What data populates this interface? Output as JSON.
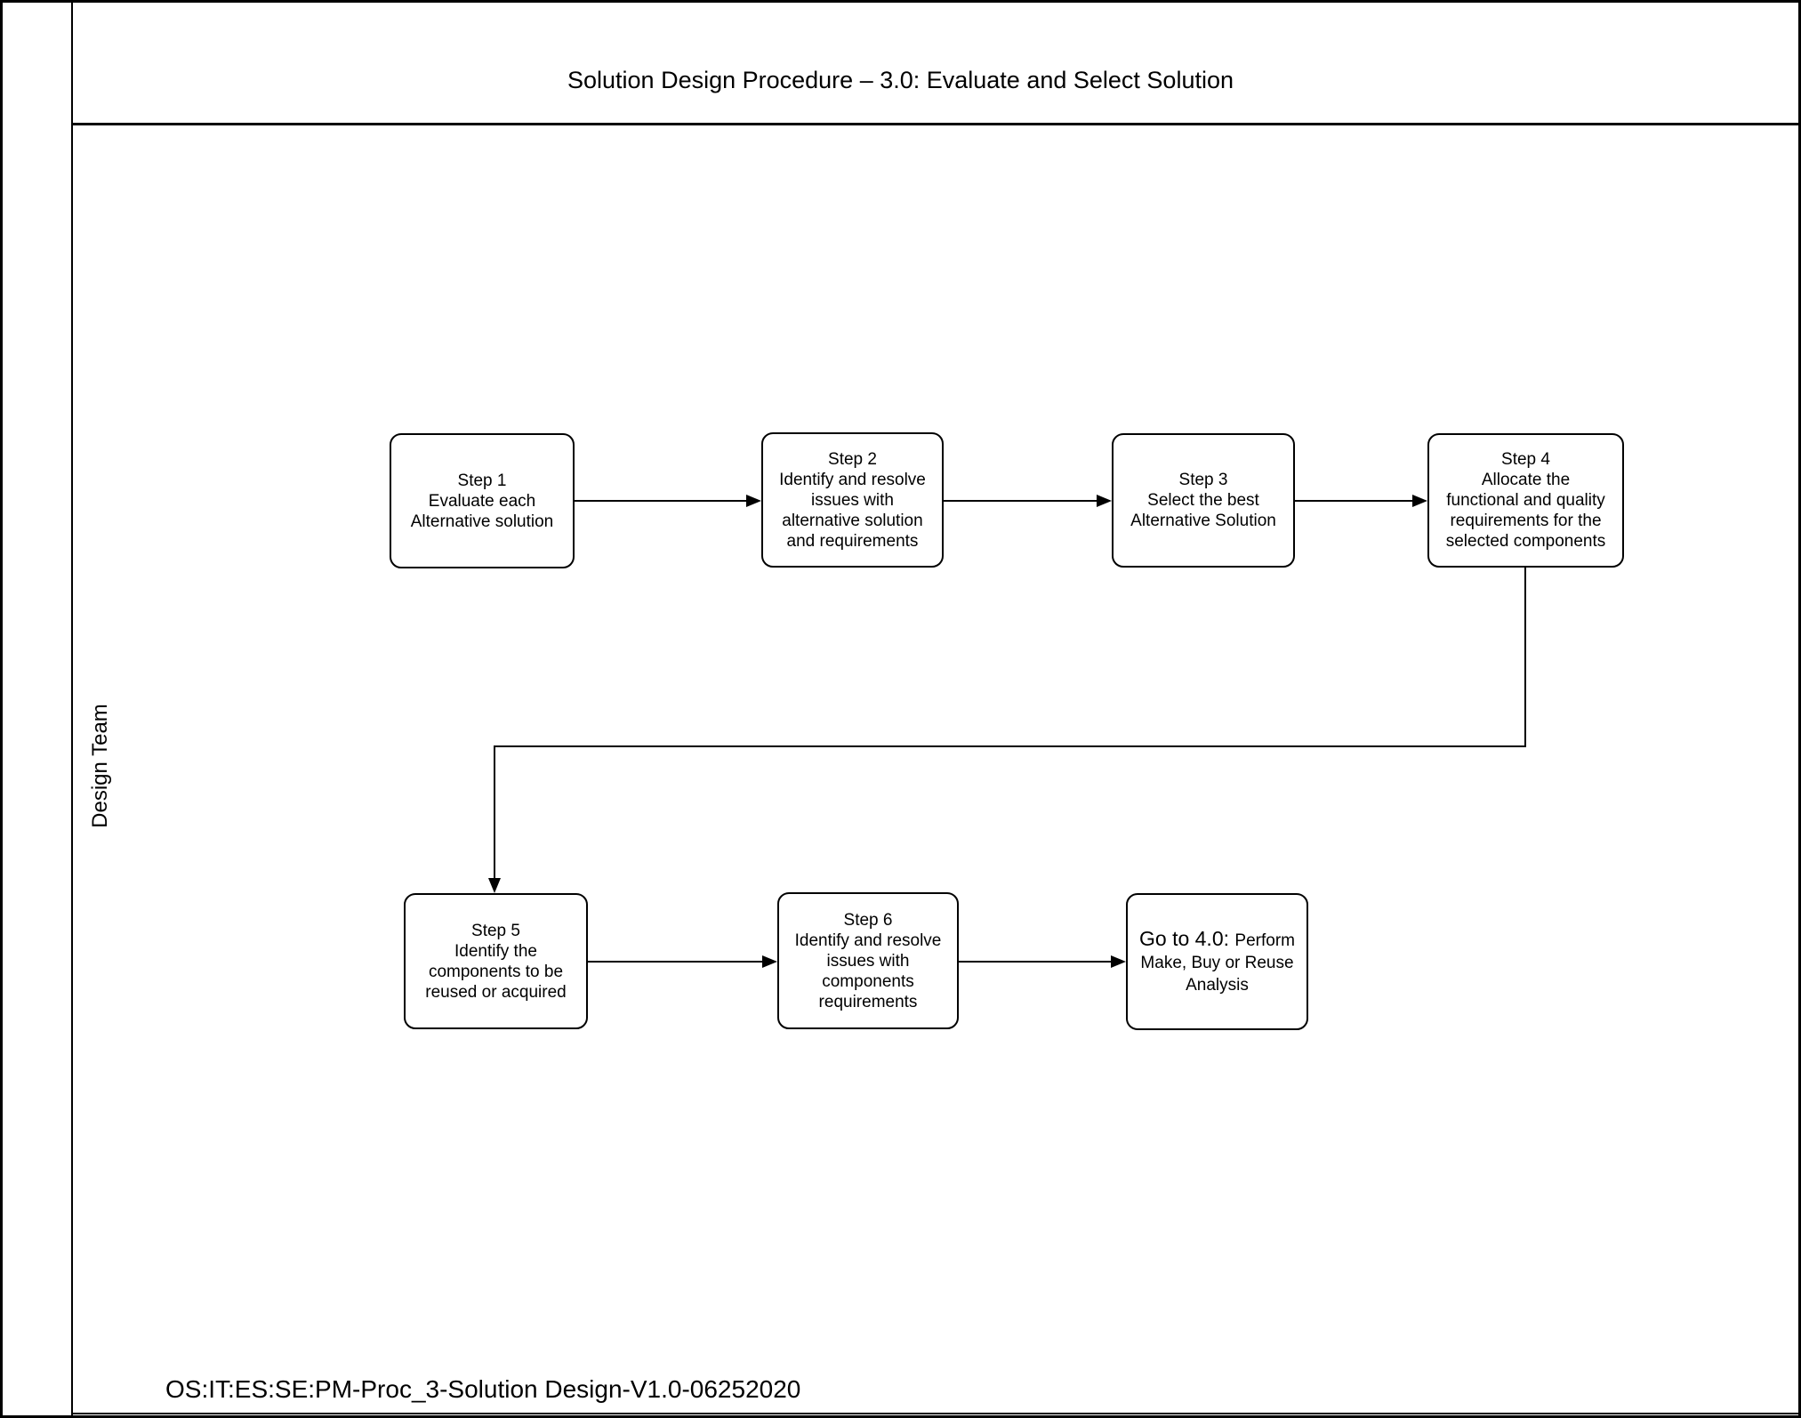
{
  "page": {
    "title": "Solution Design Procedure – 3.0: Evaluate and Select Solution",
    "footer": "OS:IT:ES:SE:PM-Proc_3-Solution Design-V1.0-06252020"
  },
  "lane": {
    "label": "Design Team"
  },
  "colors": {
    "line": "#000000",
    "background": "#ffffff",
    "text": "#000000"
  },
  "nodes": {
    "step1": {
      "label": "Step 1\nEvaluate each\nAlternative solution"
    },
    "step2": {
      "label": "Step 2\nIdentify and resolve\nissues with\nalternative solution\nand requirements"
    },
    "step3": {
      "label": "Step 3\nSelect the best\nAlternative Solution"
    },
    "step4": {
      "label": "Step 4\nAllocate the\nfunctional and quality\nrequirements for the\nselected components"
    },
    "step5": {
      "label": "Step 5\nIdentify the\ncomponents to be\nreused or acquired"
    },
    "step6": {
      "label": "Step 6\nIdentify and resolve\nissues with\ncomponents\nrequirements"
    },
    "goto40": {
      "prefix": "Go to 4.0: ",
      "line1_rest": "Perform",
      "line2": "Make, Buy or Reuse",
      "line3": "Analysis"
    }
  },
  "edges": [
    "step1 -> step2",
    "step2 -> step3",
    "step3 -> step4",
    "step4 -> step5",
    "step5 -> step6",
    "step6 -> goto40"
  ]
}
